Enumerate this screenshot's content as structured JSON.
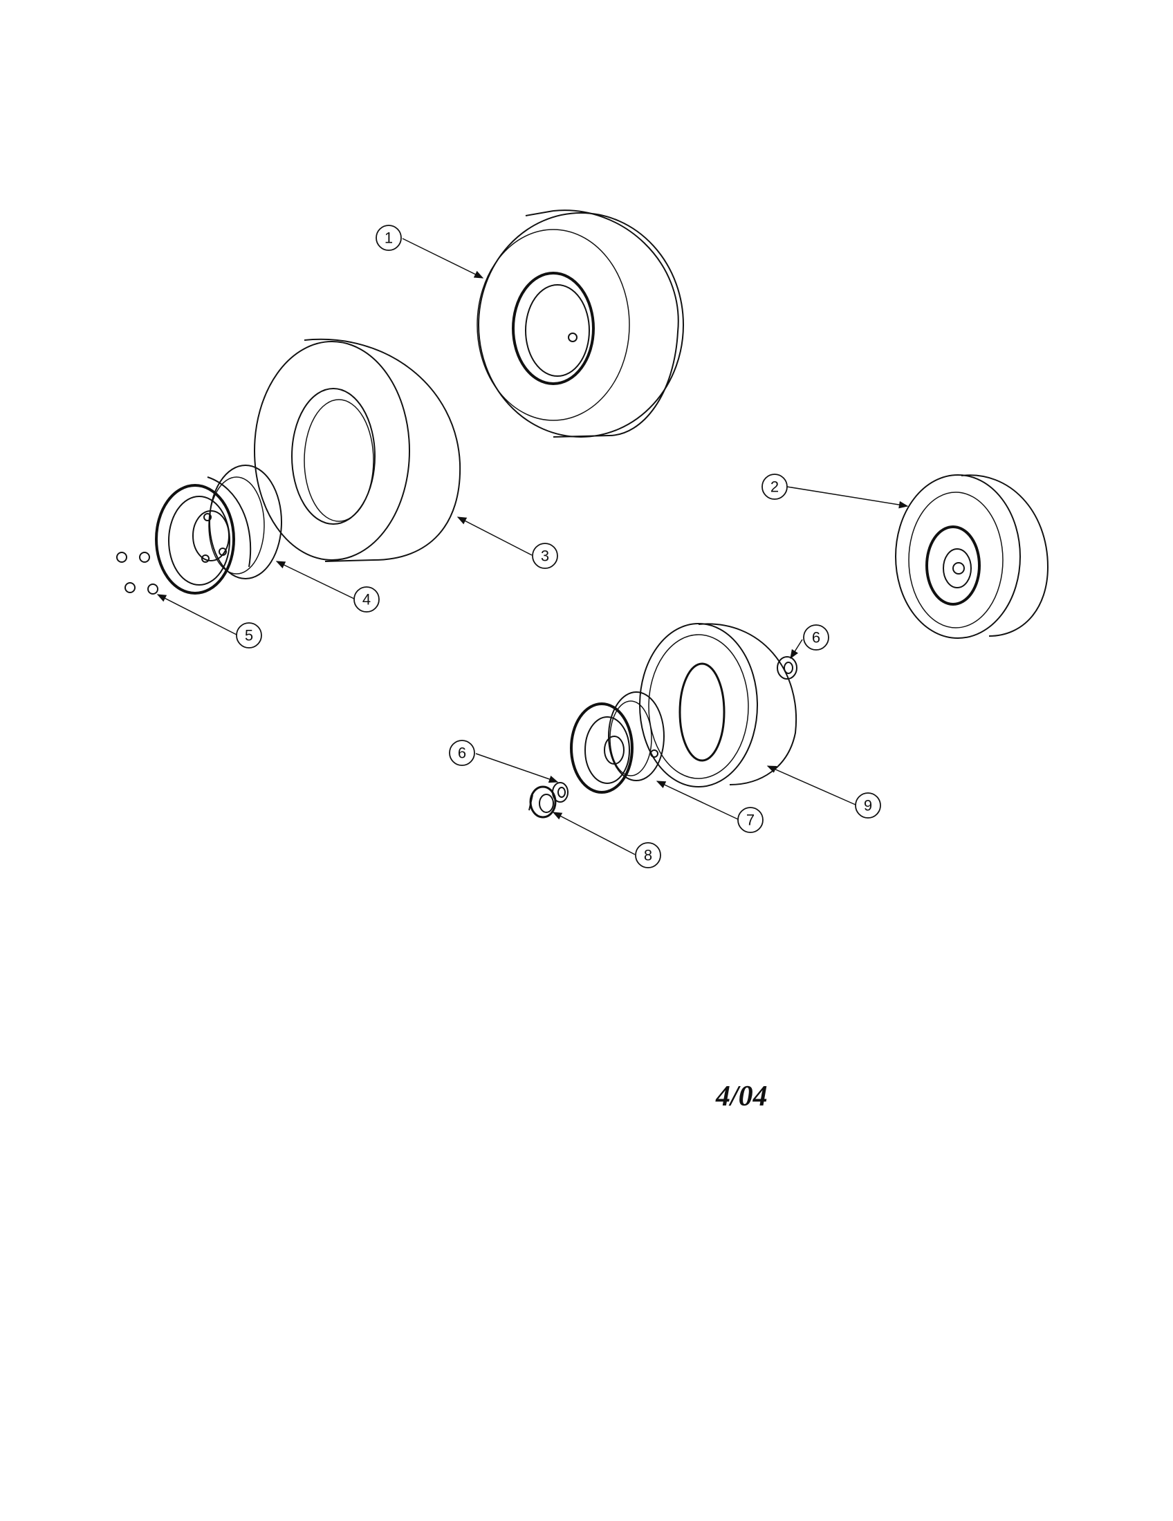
{
  "callouts": {
    "c1": "1",
    "c2": "2",
    "c3": "3",
    "c4": "4",
    "c5": "5",
    "c6a": "6",
    "c6b": "6",
    "c7": "7",
    "c8": "8",
    "c9": "9"
  },
  "date_stamp": "4/04"
}
